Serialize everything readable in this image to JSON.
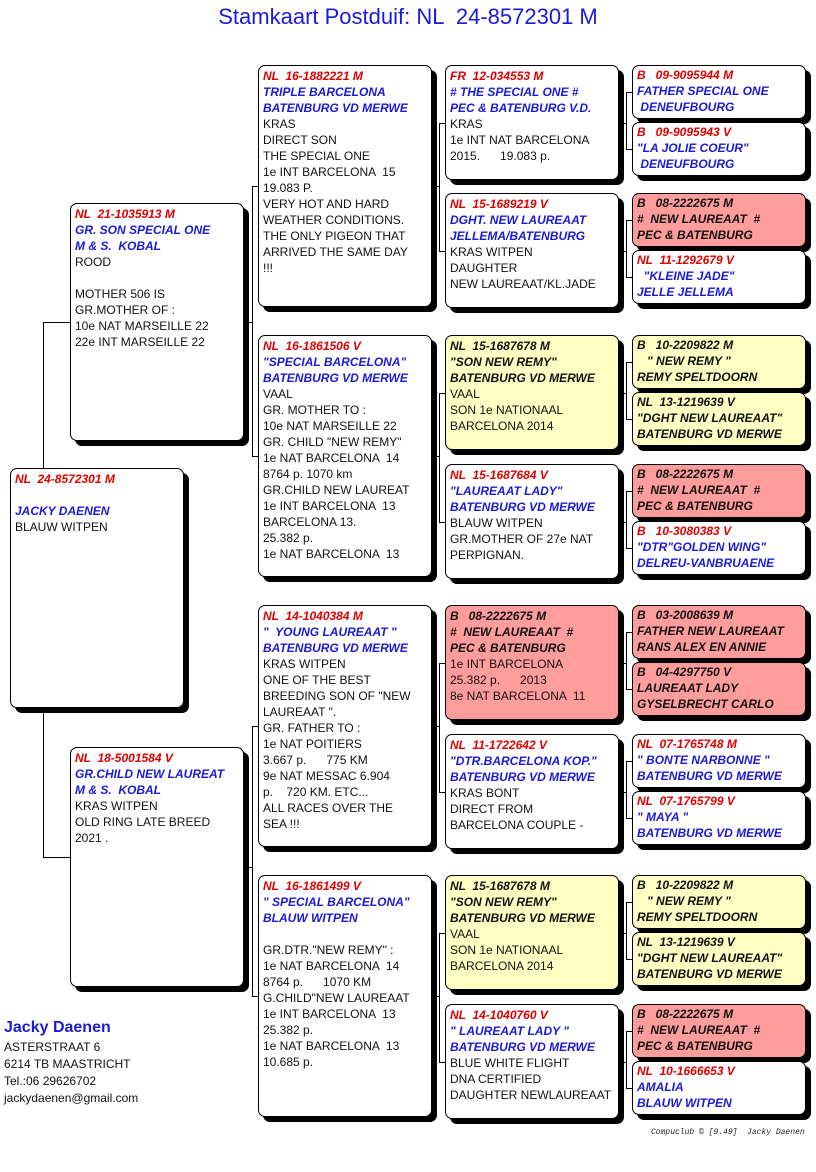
{
  "title": "Stamkaart Postduif: NL  24-8572301 M",
  "colors": {
    "yellow": "#FFFFC4",
    "red": "#FF9C9C"
  },
  "pigeons": {
    "subject": {
      "ring": "NL  24-8572301 M",
      "names": [
        "",
        "JACKY DAENEN"
      ],
      "details": [
        "BLAUW WITPEN"
      ]
    },
    "s": {
      "ring": "NL  21-1035913 M",
      "names": [
        "GR. SON SPECIAL ONE",
        "M & S.  KOBAL"
      ],
      "details": [
        "ROOD",
        "",
        "MOTHER 506 IS",
        "GR.MOTHER OF :",
        "10e NAT MARSEILLE 22",
        "22e INT MARSEILLE 22"
      ]
    },
    "d": {
      "ring": "NL  18-5001584 V",
      "names": [
        "GR.CHILD NEW LAUREAT",
        "M & S.  KOBAL"
      ],
      "details": [
        "KRAS WITPEN",
        "OLD RING LATE BREED",
        "2021 ."
      ]
    },
    "ss": {
      "ring": "NL  16-1882221 M",
      "names": [
        "TRIPLE BARCELONA",
        "BATENBURG VD MERWE"
      ],
      "details": [
        "KRAS",
        "DIRECT SON",
        "THE SPECIAL ONE",
        "1e INT BARCELONA  15",
        "19.083 P.",
        "VERY HOT AND HARD",
        "WEATHER CONDITIONS.",
        "THE ONLY PIGEON THAT",
        "ARRIVED THE SAME DAY",
        "!!!"
      ]
    },
    "sd": {
      "ring": "NL  16-1861506 V",
      "names": [
        "\"SPECIAL BARCELONA\"",
        "BATENBURG VD MERWE"
      ],
      "details": [
        "VAAL",
        "GR. MOTHER TO :",
        "10e NAT MARSEILLE 22",
        "GR. CHILD \"NEW REMY\"",
        "1e NAT BARCELONA  14",
        "8764 p. 1070 km",
        "GR.CHILD NEW LAUREAT",
        "1e INT BARCELONA  13",
        "BARCELONA 13.",
        "25.382 p.",
        "1e NAT BARCELONA  13"
      ]
    },
    "ds": {
      "ring": "NL  14-1040384 M",
      "names": [
        "\"  YOUNG LAUREAAT \"",
        "BATENBURG VD MERWE"
      ],
      "details": [
        "KRAS WITPEN",
        "ONE OF THE BEST",
        "BREEDING SON OF \"NEW",
        "LAUREAAT \".",
        "GR. FATHER TO :",
        "1e NAT POITIERS",
        "3.667 p.      775 KM",
        "9e NAT MESSAC 6.904",
        "p.    720 KM. ETC...",
        "ALL RACES OVER THE",
        "SEA !!!"
      ]
    },
    "dd": {
      "ring": "NL  16-1861499 V",
      "names": [
        "\" SPECIAL BARCELONA\"",
        "BLAUW WITPEN"
      ],
      "details": [
        "",
        "GR.DTR.\"NEW REMY\" :",
        "1e NAT BARCELONA  14",
        "8764 p.      1070 KM",
        "G.CHILD\"NEW LAUREAAT",
        "1e INT BARCELONA  13",
        "25.382 p.",
        "1e NAT BARCELONA  13",
        "10.685 p."
      ]
    },
    "sss": {
      "ring": "FR  12-034553 M",
      "names": [
        "# THE SPECIAL ONE #",
        "PEC & BATENBURG V.D."
      ],
      "details": [
        "KRAS",
        "1e INT NAT BARCELONA",
        "2015.      19.083 p."
      ]
    },
    "ssd": {
      "ring": "NL  15-1689219 V",
      "names": [
        "DGHT. NEW LAUREAAT",
        "JELLEMA/BATENBURG"
      ],
      "details": [
        "KRAS WITPEN",
        "DAUGHTER",
        "NEW LAUREAAT/KL.JADE"
      ]
    },
    "sds": {
      "ring": "NL  15-1687678 M",
      "names": [
        "\"SON NEW REMY\"",
        "BATENBURG VD MERWE"
      ],
      "details": [
        "VAAL",
        "SON 1e NATIONAAL",
        "BARCELONA 2014"
      ],
      "highlight": "yellow"
    },
    "sdd": {
      "ring": "NL  15-1687684 V",
      "names": [
        "\"LAUREAAT LADY\"",
        "BATENBURG VD MERWE"
      ],
      "details": [
        "BLAUW WITPEN",
        "GR.MOTHER OF 27e NAT",
        "PERPIGNAN."
      ]
    },
    "dss": {
      "ring": "B   08-2222675 M",
      "names": [
        "#  NEW LAUREAAT  #",
        "PEC & BATENBURG"
      ],
      "details": [
        "1e INT BARCELONA",
        "25.382 p.      2013",
        "8e NAT BARCELONA  11"
      ],
      "highlight": "red"
    },
    "dsd": {
      "ring": "NL  11-1722642 V",
      "names": [
        "\"DTR.BARCELONA KOP.\"",
        "BATENBURG VD MERWE"
      ],
      "details": [
        "KRAS BONT",
        "DIRECT FROM",
        "BARCELONA COUPLE -"
      ]
    },
    "dds": {
      "ring": "NL  15-1687678 M",
      "names": [
        "\"SON NEW REMY\"",
        "BATENBURG VD MERWE"
      ],
      "details": [
        "VAAL",
        "SON 1e NATIONAAL",
        "BARCELONA 2014"
      ],
      "highlight": "yellow"
    },
    "ddd": {
      "ring": "NL  14-1040760 V",
      "names": [
        "\" LAUREAAT LADY \"",
        "BATENBURG VD MERWE"
      ],
      "details": [
        "BLUE WHITE FLIGHT",
        "DNA CERTIFIED",
        "DAUGHTER NEWLAUREAAT"
      ]
    },
    "ssss": {
      "ring": "B   09-9095944 M",
      "names": [
        "FATHER SPECIAL ONE",
        " DENEUFBOURG"
      ],
      "details": []
    },
    "sssd": {
      "ring": "B   09-9095943 V",
      "names": [
        "\"LA JOLIE COEUR\"",
        " DENEUFBOURG"
      ],
      "details": []
    },
    "ssds": {
      "ring": "B   08-2222675 M",
      "names": [
        "#  NEW LAUREAAT  #",
        "PEC & BATENBURG"
      ],
      "details": [],
      "highlight": "red"
    },
    "ssdd": {
      "ring": "NL  11-1292679 V",
      "names": [
        "  \"KLEINE JADE\"",
        "JELLE JELLEMA"
      ],
      "details": []
    },
    "sdss": {
      "ring": "B   10-2209822 M",
      "names": [
        "   \" NEW REMY \"",
        "REMY SPELTDOORN"
      ],
      "details": [],
      "highlight": "yellow"
    },
    "sdsd": {
      "ring": "NL  13-1219639 V",
      "names": [
        "\"DGHT NEW LAUREAAT\"",
        "BATENBURG VD MERWE"
      ],
      "details": [],
      "highlight": "yellow"
    },
    "sdds": {
      "ring": "B   08-2222675 M",
      "names": [
        "#  NEW LAUREAAT  #",
        "PEC & BATENBURG"
      ],
      "details": [],
      "highlight": "red"
    },
    "sddd": {
      "ring": "B   10-3080383 V",
      "names": [
        "\"DTR\"GOLDEN WING\"",
        "DELREU-VANBRUAENE"
      ],
      "details": []
    },
    "dsss": {
      "ring": "B   03-2008639 M",
      "names": [
        "FATHER NEW LAUREAAT",
        "RANS ALEX EN ANNIE"
      ],
      "details": [],
      "highlight": "red"
    },
    "dssd": {
      "ring": "B   04-4297750 V",
      "names": [
        "LAUREAAT LADY",
        "GYSELBRECHT CARLO"
      ],
      "details": [],
      "highlight": "red"
    },
    "dsds": {
      "ring": "NL  07-1765748 M",
      "names": [
        "\" BONTE NARBONNE \"",
        "BATENBURG VD MERWE"
      ],
      "details": []
    },
    "dsdd": {
      "ring": "NL  07-1765799 V",
      "names": [
        "\" MAYA \"",
        "BATENBURG VD MERWE"
      ],
      "details": []
    },
    "ddss": {
      "ring": "B   10-2209822 M",
      "names": [
        "   \" NEW REMY \"",
        "REMY SPELTDOORN"
      ],
      "details": [],
      "highlight": "yellow"
    },
    "ddsd": {
      "ring": "NL  13-1219639 V",
      "names": [
        "\"DGHT NEW LAUREAAT\"",
        "BATENBURG VD MERWE"
      ],
      "details": [],
      "highlight": "yellow"
    },
    "ddds": {
      "ring": "B   08-2222675 M",
      "names": [
        "#  NEW LAUREAAT  #",
        "PEC & BATENBURG"
      ],
      "details": [],
      "highlight": "red"
    },
    "dddd": {
      "ring": "NL  10-1666653 V",
      "names": [
        "AMALIA",
        "BLAUW WITPEN"
      ],
      "details": []
    }
  },
  "owner": {
    "name": "Jacky Daenen",
    "address": [
      "ASTERSTRAAT  6",
      "6214 TB  MAASTRICHT",
      "Tel.:06 29626702",
      "jackydaenen@gmail.com"
    ]
  },
  "credit": "Compuclub © [9.49]  Jacky Daenen"
}
